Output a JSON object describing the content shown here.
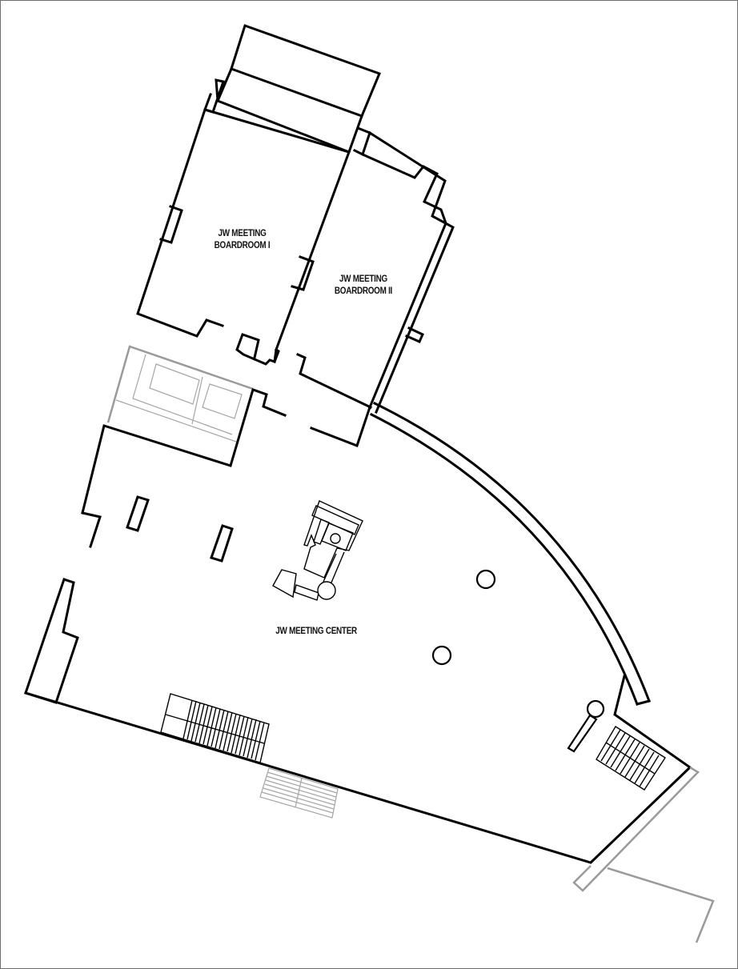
{
  "floor_plan": {
    "rooms": [
      {
        "id": "boardroom-1",
        "line1": "JW MEETING",
        "line2": "BOARDROOM I"
      },
      {
        "id": "boardroom-2",
        "line1": "JW MEETING",
        "line2": "BOARDROOM II"
      },
      {
        "id": "meeting-center",
        "line1": "JW MEETING CENTER"
      }
    ],
    "colors": {
      "wall": "#000000",
      "exterior": "#9a9a9a",
      "border": "#6e6e6e",
      "background": "#ffffff"
    }
  }
}
